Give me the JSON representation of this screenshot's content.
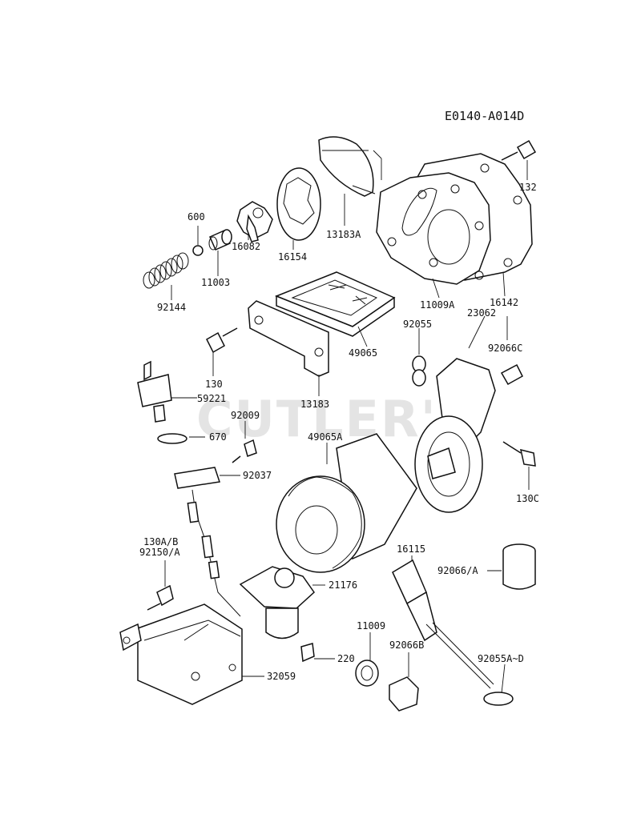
{
  "diagram": {
    "code": "E0140-A014D",
    "watermark": "CUTLER'S",
    "labels": {
      "l600": "600",
      "l11003": "11003",
      "l16082": "16082",
      "l16154": "16154",
      "l13183A": "13183A",
      "l132": "132",
      "l92144": "92144",
      "l11009A": "11009A",
      "l16142": "16142",
      "l23062": "23062",
      "l92055": "92055",
      "l92066C": "92066C",
      "l49065": "49065",
      "l130": "130",
      "l13183": "13183",
      "l59221": "59221",
      "l92009": "92009",
      "l670": "670",
      "l49065A": "49065A",
      "l92037": "92037",
      "l130C": "130C",
      "l16115": "16115",
      "l92066A": "92066/A",
      "l130AB": "130A/B",
      "l92150A": "92150/A",
      "l21176": "21176",
      "l11009": "11009",
      "l92066B": "92066B",
      "l220": "220",
      "l92055AD": "92055A~D",
      "l32059": "32059"
    }
  }
}
